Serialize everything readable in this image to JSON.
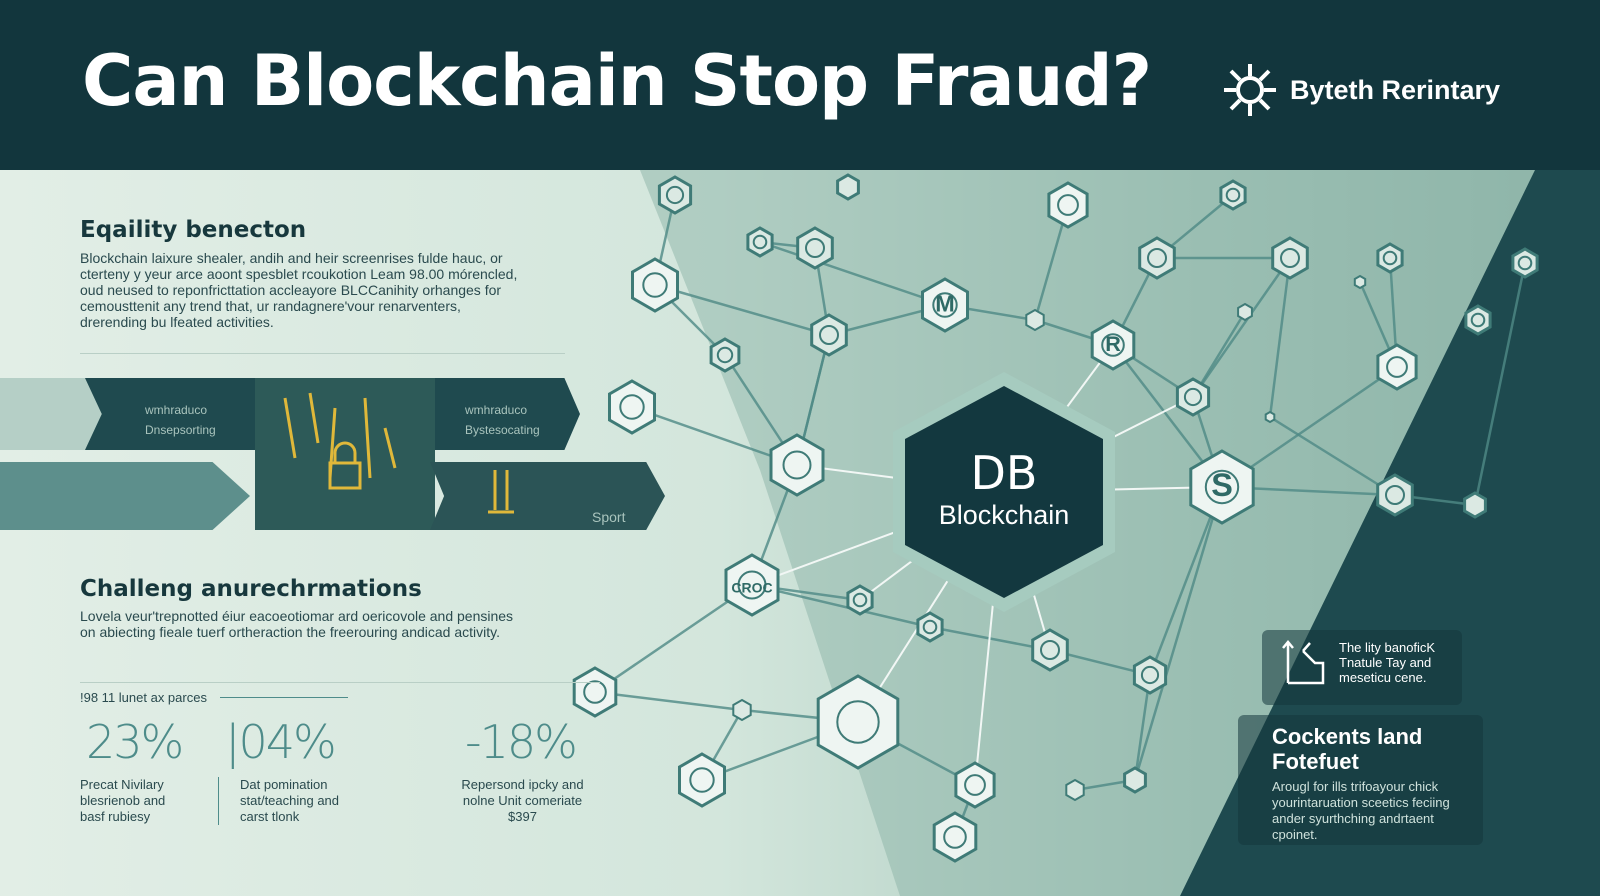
{
  "header": {
    "title": "Can Blockchain Stop Fraud?",
    "brand": "Byteth Rerintary"
  },
  "section1": {
    "heading": "Eqaility benecton",
    "body": [
      "Blockchain laixure shealer, andih and heir screenrises fulde hauc, or",
      "cterteny y yeur arce aoont spesblet rcoukotion Leam 98.00 mórencled,",
      "oud neused to reponfricttation accleayore BLCCanihity orhanges for",
      "cemousttenit any trend that, ur randagnere'vour renarventers,",
      "drerending bu lfeated activities."
    ]
  },
  "banner": {
    "arrow1": [
      "wmhraduco",
      "Dnsepsorting"
    ],
    "arrow2": [
      "wmhraduco",
      "Bystesocating"
    ],
    "arrow3": "Sport"
  },
  "section2": {
    "heading": "Challeng anurechrmations",
    "body": [
      "Lovela veur'trepnotted éiur eacoeotiomar ard oericovole and pensines",
      "on abiecting fieale tuerf ortheraction the freerouring andicad activity."
    ]
  },
  "stats": {
    "label": "!98 11 lunet ax parces",
    "items": [
      {
        "value": "23%",
        "caption": [
          "Precat Nivilary",
          "blesrienob and",
          "basf rubiesy"
        ]
      },
      {
        "value": "|04%",
        "caption": [
          "Dat pomination",
          "stat/teaching and",
          "carst tlonk"
        ]
      },
      {
        "value": "-18%",
        "caption": [
          "Repersond ipcky and",
          "nolne Unit comeriate",
          "$397"
        ]
      }
    ]
  },
  "center": {
    "line1": "DB",
    "line2": "Blockchain"
  },
  "nodes": {
    "m": "M",
    "r": "R",
    "s": "S",
    "croc": "CROC"
  },
  "right": {
    "note": [
      "The lity banoficK",
      "Tnatule Tay and",
      "meseticu cene."
    ],
    "heading": [
      "Cockents land",
      "Fotefuet"
    ],
    "body": [
      "Arougl for ills trifoayour chick",
      "yourintaruation sceetics feciing",
      "ander syurthching andrtaent",
      "cpoinet."
    ]
  },
  "colors": {
    "dark": "#12363d",
    "accent": "#4e8c8a",
    "gold": "#e0b83a"
  }
}
